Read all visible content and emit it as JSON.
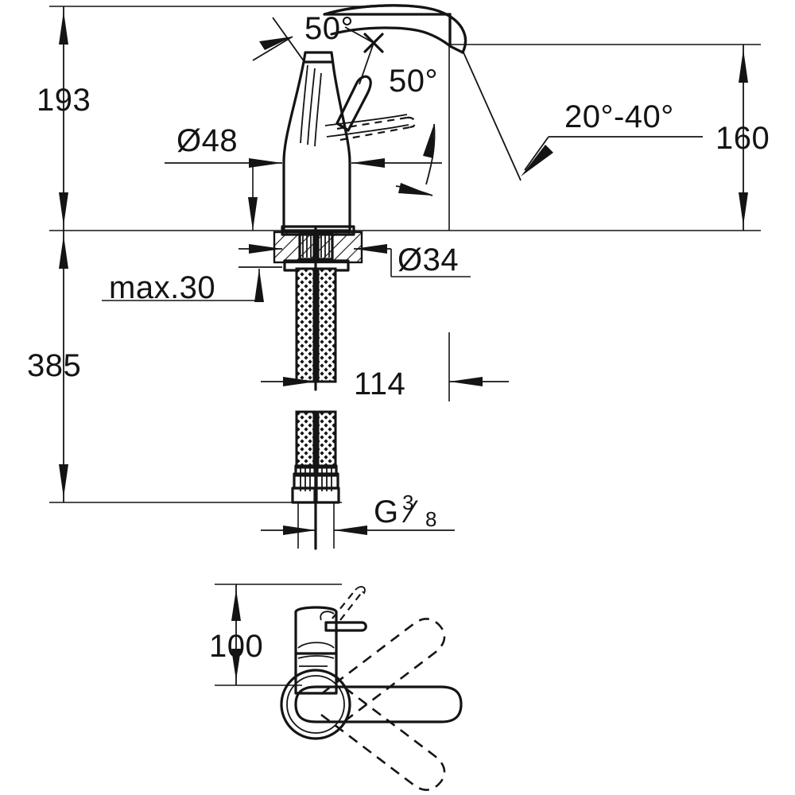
{
  "drawing": {
    "title": "Faucet technical dimension drawing",
    "units": "mm",
    "line_color": "#141414",
    "background": "#ffffff",
    "views": [
      {
        "name": "front-elevation-section",
        "label": ""
      },
      {
        "name": "top-plan-view",
        "label": ""
      }
    ]
  },
  "dimensions": {
    "height_193": "193",
    "height_385": "385",
    "height_160": "160",
    "spout_diameter_48": "Ø48",
    "base_diameter_34": "Ø34",
    "max_thickness_30": "max.30",
    "hose_length_114": "114",
    "handle_height_100": "100",
    "angle_swivel_left": "50°",
    "angle_swivel_right": "50°",
    "angle_lever_range": "20°-40°"
  },
  "thread": {
    "letter": "G",
    "numerator": "3",
    "slash": "⁄",
    "denominator": "8",
    "full": "G 3/8"
  },
  "annotations": [
    {
      "name": "dim-193",
      "value": "193",
      "orientation": "vertical"
    },
    {
      "name": "dim-385",
      "value": "385",
      "orientation": "vertical"
    },
    {
      "name": "dim-160",
      "value": "160",
      "orientation": "vertical"
    },
    {
      "name": "dim-100",
      "value": "100",
      "orientation": "vertical"
    },
    {
      "name": "dim-d48",
      "value": "Ø48",
      "orientation": "horizontal"
    },
    {
      "name": "dim-d34",
      "value": "Ø34",
      "orientation": "horizontal"
    },
    {
      "name": "dim-max30",
      "value": "max.30",
      "orientation": "horizontal"
    },
    {
      "name": "dim-114",
      "value": "114",
      "orientation": "horizontal"
    },
    {
      "name": "angle-50-left",
      "value": "50°",
      "orientation": "angular"
    },
    {
      "name": "angle-50-right",
      "value": "50°",
      "orientation": "angular"
    },
    {
      "name": "angle-20-40",
      "value": "20°-40°",
      "orientation": "angular"
    },
    {
      "name": "thread-g38",
      "value": "G 3/8",
      "orientation": "horizontal"
    }
  ]
}
